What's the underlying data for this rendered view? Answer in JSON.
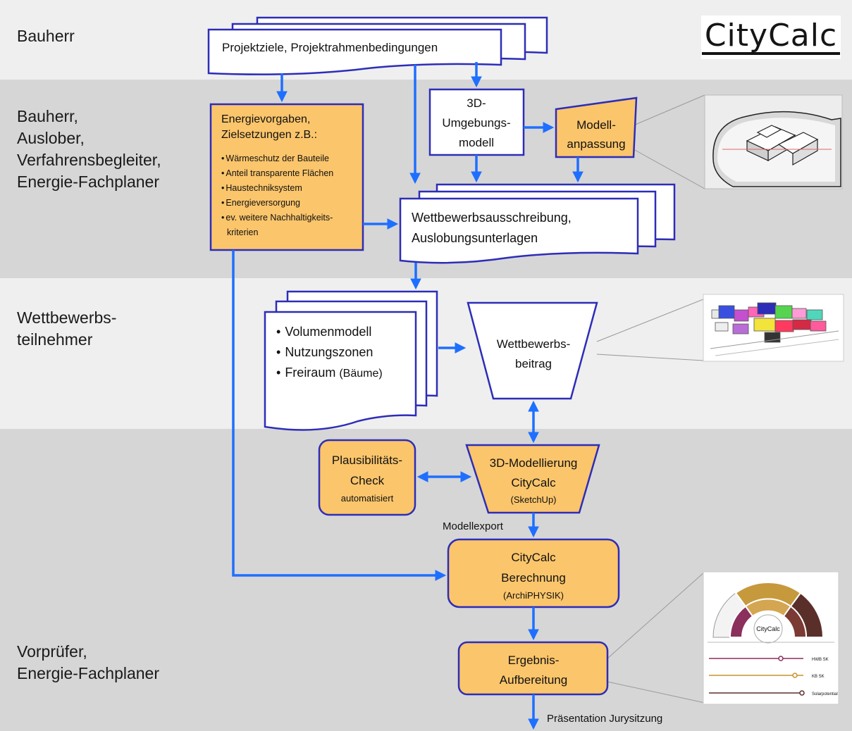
{
  "lanes": [
    {
      "label": "Bauherr"
    },
    {
      "label": "Bauherr,\nAuslober,\nVerfahrensbegleiter,\nEnergie-Fachplaner"
    },
    {
      "label": "Wettbewerbs-\nteilnehmer"
    },
    {
      "label": "Vorprüfer,\nEnergie-Fachplaner"
    }
  ],
  "logo": {
    "text": "CityCalc"
  },
  "nodes": {
    "projektziele": "Projektziele, Projektrahmenbedingungen",
    "energievorgaben": {
      "title": [
        "Energievorgaben,",
        "Zielsetzungen z.B.:"
      ],
      "bullets": [
        "Wärmeschutz der Bauteile",
        "Anteil transparente Flächen",
        "Haustechniksystem",
        "Energieversorgung",
        "ev. weitere Nachhaltigkeits-"
      ],
      "continuation": "kriterien"
    },
    "umgebungsmodell": [
      "3D-",
      "Umgebungs-",
      "modell"
    ],
    "modellanpassung": [
      "Modell-",
      "anpassung"
    ],
    "wettbewerbsausschreibung": [
      "Wettbewerbsausschreibung,",
      "Auslobungsunterlagen"
    ],
    "volumenmodell": [
      "Volumenmodell",
      "Nutzungszonen",
      "Freiraum"
    ],
    "volumenmodell_suffix": "(Bäume)",
    "wettbewerbsbeitrag": [
      "Wettbewerbs-",
      "beitrag"
    ],
    "plausibilitaet": {
      "lines": [
        "Plausibilitäts-",
        "Check"
      ],
      "sub": "automatisiert"
    },
    "modellierung": {
      "lines": [
        "3D-Modellierung",
        "CityCalc"
      ],
      "sub": "(SketchUp)"
    },
    "berechnung": {
      "lines": [
        "CityCalc",
        "Berechnung"
      ],
      "sub": "(ArchiPHYSIK)"
    },
    "ergebnis": [
      "Ergebnis-",
      "Aufbereitung"
    ]
  },
  "edge_labels": {
    "modellexport": "Modellexport",
    "praesentation": "Präsentation Jurysitzung"
  },
  "result_chart": {
    "badge": "CityCalc",
    "indicators": [
      "HWB SK",
      "KB SK",
      "Solarpotential"
    ],
    "indicator_colors": [
      "#8b2f5c",
      "#c9922f",
      "#5a2f2a"
    ]
  },
  "colors": {
    "accent_box": "#fbc56b",
    "border": "#2d2db8",
    "arrow": "#1e6fff",
    "band_light": "#efefef",
    "band_dark": "#d6d6d6"
  }
}
